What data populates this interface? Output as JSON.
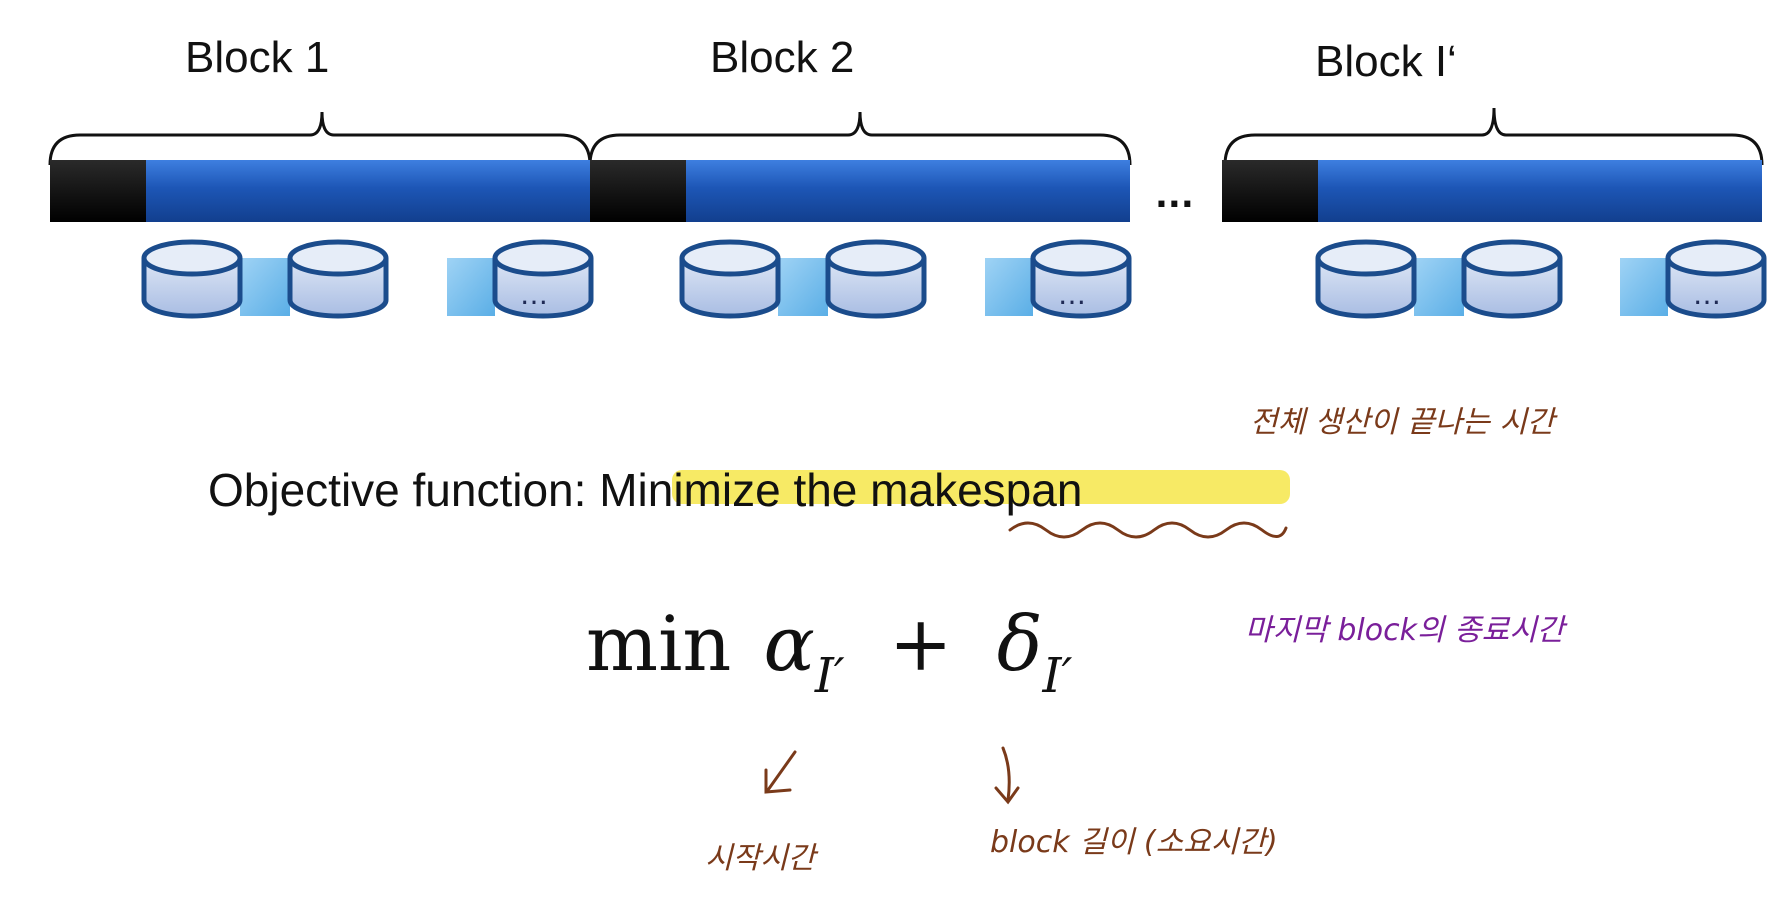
{
  "blocks": [
    {
      "label": "Block 1"
    },
    {
      "label": "Block 2"
    },
    {
      "label": "Block I‘"
    }
  ],
  "ellipsis": "...",
  "cylinder_ellipsis": "…",
  "objective": {
    "prefix": "Objective function: ",
    "highlighted": "Minimize the makespa",
    "suffix": "n"
  },
  "formula": {
    "operator": "min",
    "term1": "α",
    "term1_sub": "I′",
    "plus": "+",
    "term2": "δ",
    "term2_sub": "I′"
  },
  "annotations": {
    "makespan_note": "전체 생산이 끝나는 시간",
    "last_block_note": "마지막 block의 종료시간",
    "alpha_note": "시작시간",
    "delta_note": "block 길이 (소요시간)"
  },
  "colors": {
    "setup_black": "#000000",
    "block_blue": "#1f57b8",
    "cylinder_fill": "#b8c7e6",
    "cylinder_stroke": "#1b4c8c",
    "connector_fill": "#7fc0ec",
    "highlight": "#f6e64a",
    "brown_ink": "#7a3a1a",
    "purple_ink": "#7a1f9a"
  }
}
